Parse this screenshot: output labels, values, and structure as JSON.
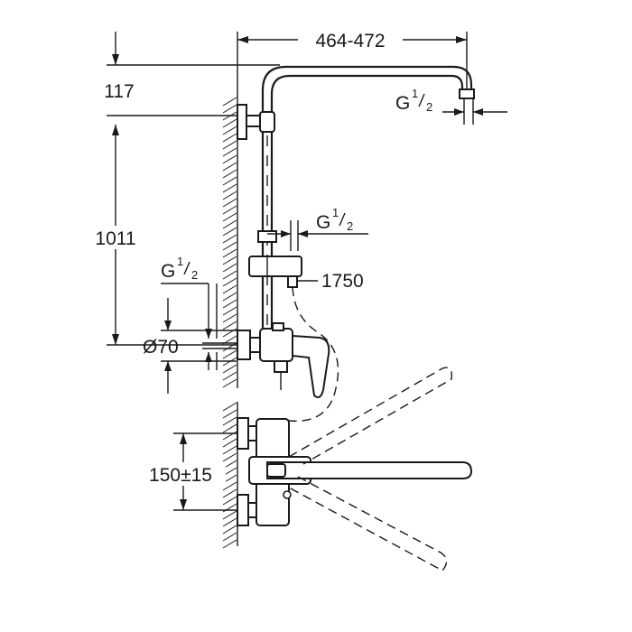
{
  "dimensions": {
    "top_width": "464-472",
    "head_offset": "117",
    "rail_height": "1011",
    "hose_length": "1750",
    "outlet_diameter": "Ø70",
    "spout_center": "150±15"
  },
  "threads": {
    "head": {
      "main": "G",
      "num": "1",
      "den": "2"
    },
    "slider": {
      "main": "G",
      "num": "1",
      "den": "2"
    },
    "inlet": {
      "main": "G",
      "num": "1",
      "den": "2"
    }
  },
  "colors": {
    "line": "#1a1a1a",
    "background": "#ffffff"
  }
}
